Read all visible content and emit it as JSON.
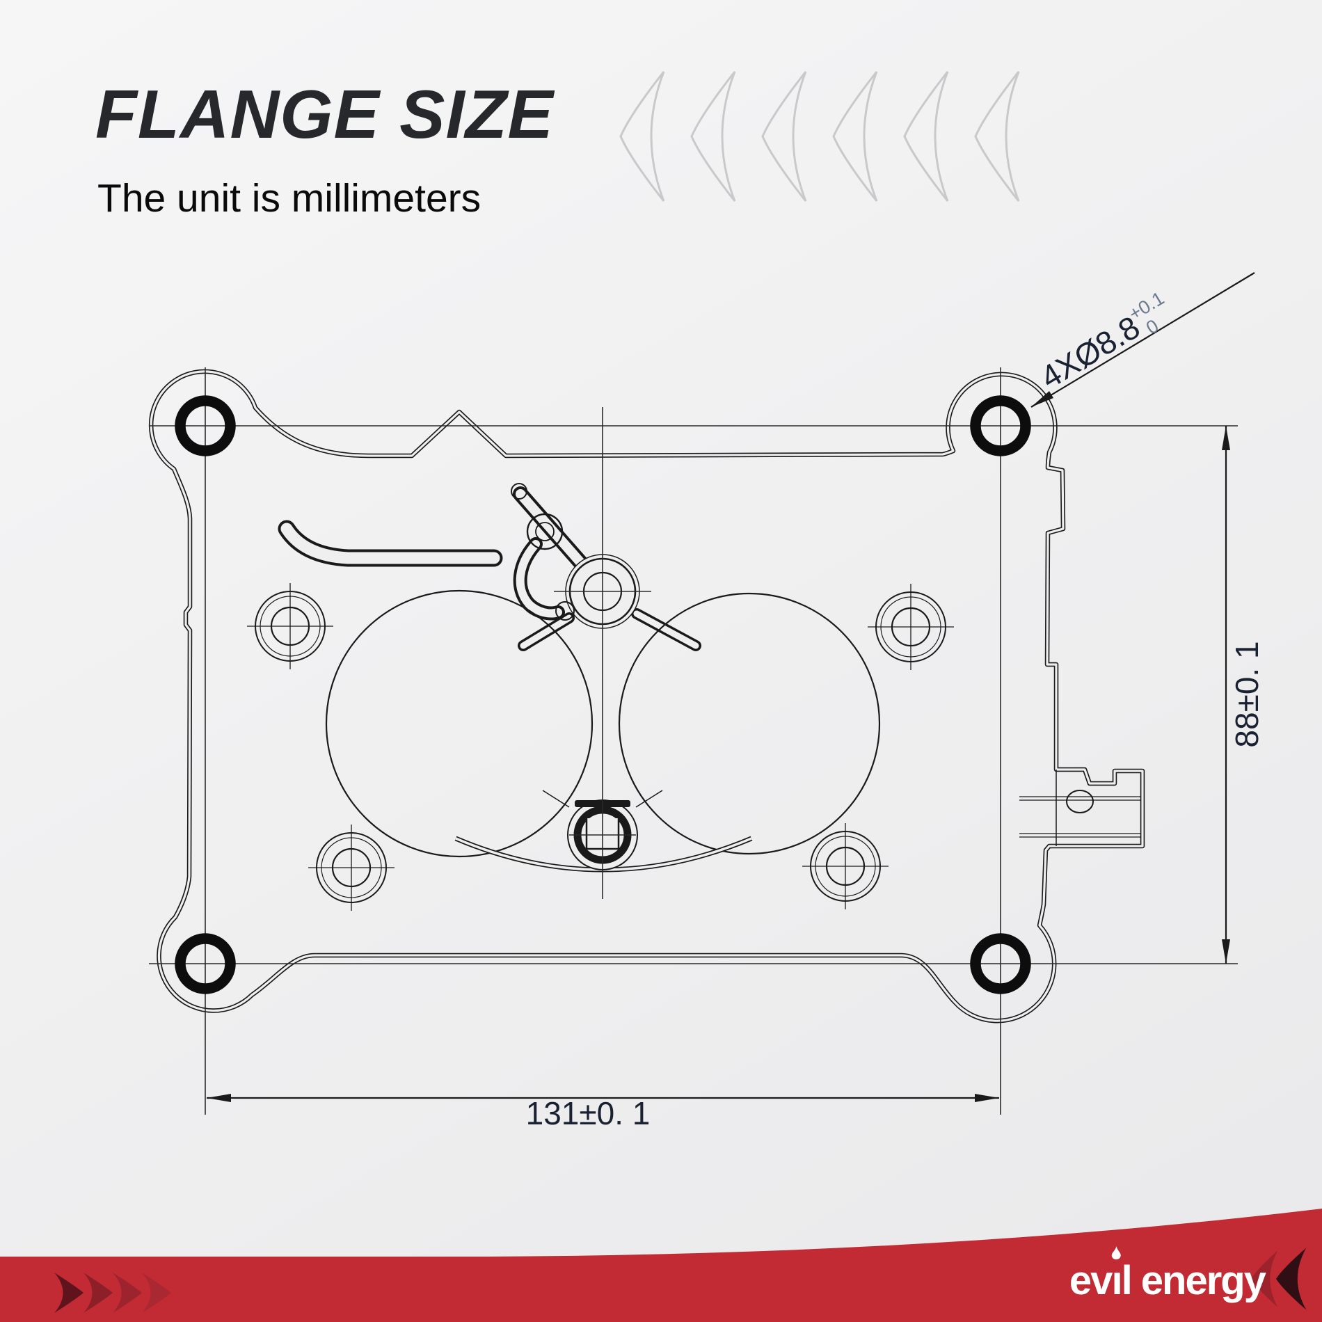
{
  "page": {
    "title": "FLANGE SIZE",
    "subtitle": "The unit is millimeters"
  },
  "drawing": {
    "callout_label": "4XØ8.8",
    "callout_tol_upper": "+0.1",
    "callout_tol_lower": "0",
    "dim_vertical": "88±0. 1",
    "dim_horizontal": "131±0. 1"
  },
  "footer": {
    "brand": "evil energy",
    "brand_pre": "ev",
    "brand_i": "ı",
    "brand_post": "l energy"
  },
  "colors": {
    "background": "#f0f0f1",
    "drawing_line": "#1a1a1a",
    "dim_text": "#1a2130",
    "tolerance_text": "#6b7a8c",
    "band_red": "#c22b33",
    "deco_arrow_gray": "#c9c9cb",
    "logo_white": "#ffffff",
    "tri_dark1": "#5f141d",
    "tri_dark2": "#8c1f28",
    "tri_dark3": "#9d242e",
    "tri_dark4": "#aa2832"
  }
}
